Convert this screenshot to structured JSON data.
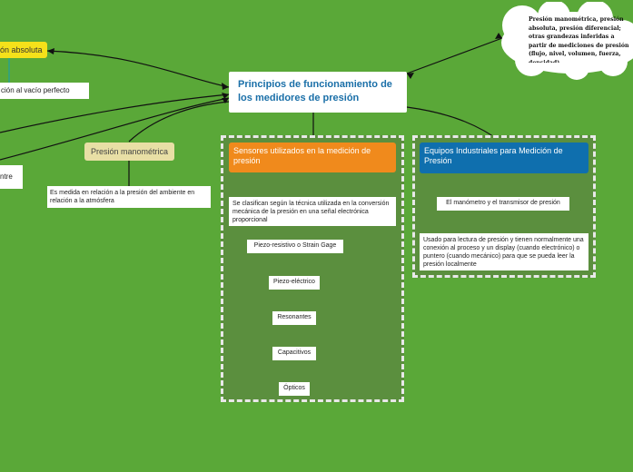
{
  "colors": {
    "background": "#5aa838",
    "group_fill": "#5b8f3e",
    "central_title": "#1a6fa8",
    "orange_topic": "#f08a1c",
    "blue_topic": "#0f6fae",
    "yellow_topic": "#f5e11a",
    "beige_topic": "#e8dfa5"
  },
  "central": {
    "title": "Principios de funcionamiento de los medidores de presión"
  },
  "left": {
    "absolute_label": "ón absoluta",
    "vacuum_note": "ción al vacío perfecto",
    "entre_note": "ntre",
    "gauge_label": "Presión manométrica",
    "gauge_note": "Es medida en relación a la presión del ambiente en relación a la atmósfera"
  },
  "cloud": {
    "text": "Presión manométrica, presión absoluta, presión diferencial; otras grandezas inferidas a partir de mediciones de presión (flujo, nivel, volumen, fuerza, densidad)"
  },
  "sensors": {
    "title": "Sensores utilizados en la medición de presión",
    "description": "Se clasifican según la técnica utilizada en la conversión mecánica de la presión en una señal electrónica proporcional",
    "items": [
      "Piezo-resistivo o Strain Gage",
      "Piezo-eléctrico",
      "Resonantes",
      "Capacitivos",
      "Ópticos"
    ]
  },
  "equipment": {
    "title": "Equipos Industriales para Medición de Presión",
    "item": "El manómetro y el transmisor de presión",
    "description": "Usado para lectura de presión y tienen normalmente una conexión al proceso y un display (cuando electrónico) o puntero (cuando mecánico) para que se pueda leer la presión localmente"
  }
}
